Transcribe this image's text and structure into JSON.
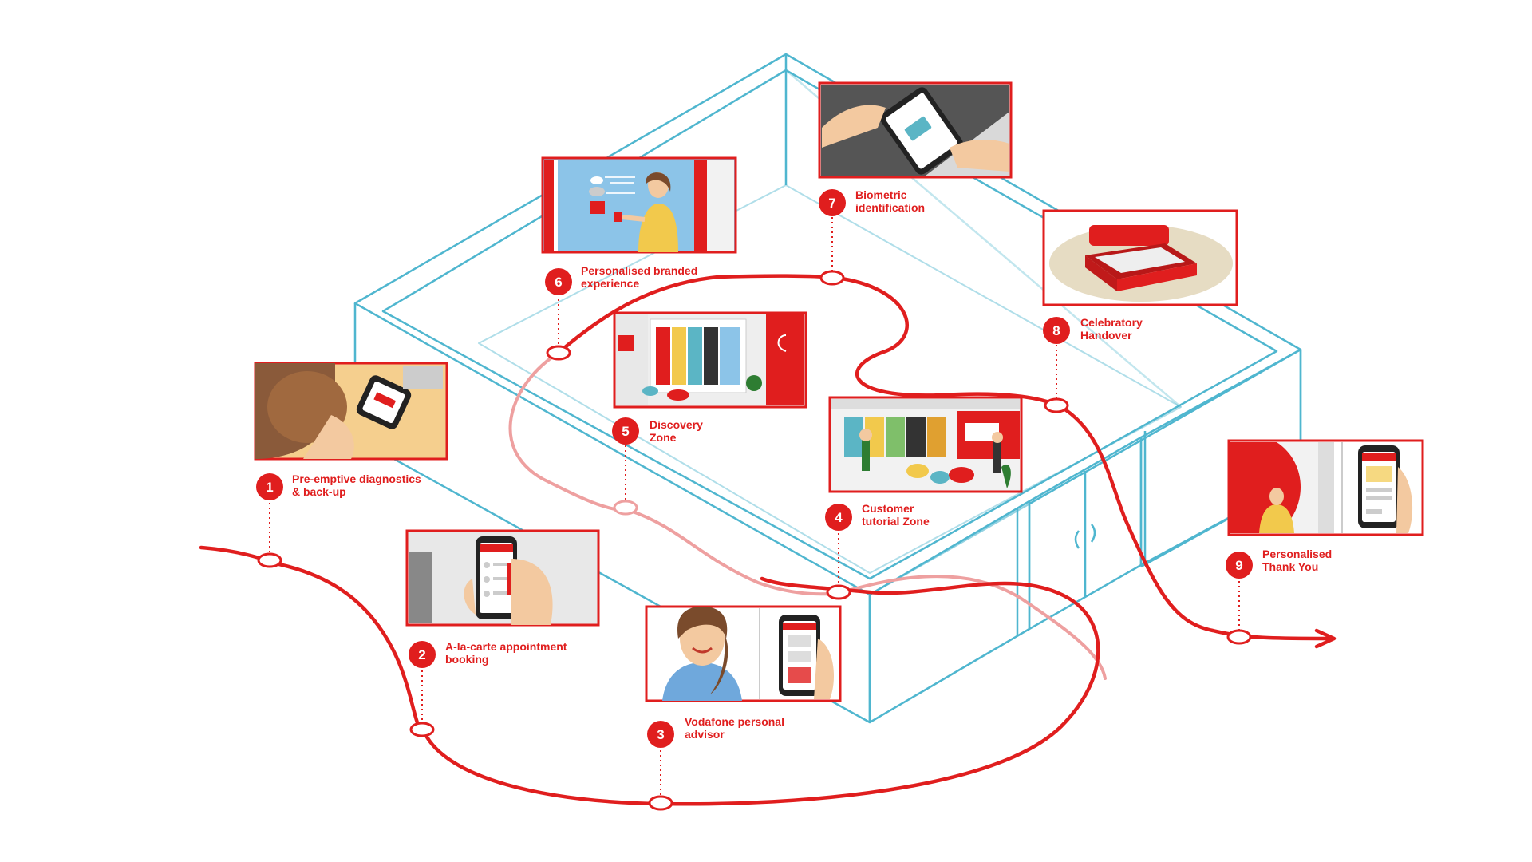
{
  "colors": {
    "accent": "#e01e1e",
    "accent_light": "#eea0a0",
    "building": "#4fb6cf",
    "skin": "#f3c9a0",
    "wall_blue": "#8cc4e8"
  },
  "steps": [
    {
      "id": "1",
      "number": "1",
      "line1": "Pre-emptive diagnostics",
      "line2": "& back-up"
    },
    {
      "id": "2",
      "number": "2",
      "line1": "A-la-carte appointment",
      "line2": "booking"
    },
    {
      "id": "3",
      "number": "3",
      "line1": "Vodafone personal",
      "line2": "advisor"
    },
    {
      "id": "4",
      "number": "4",
      "line1": "Customer",
      "line2": "tutorial Zone"
    },
    {
      "id": "5",
      "number": "5",
      "line1": "Discovery",
      "line2": "Zone"
    },
    {
      "id": "6",
      "number": "6",
      "line1": "Personalised branded",
      "line2": "experience"
    },
    {
      "id": "7",
      "number": "7",
      "line1": "Biometric",
      "line2": "identification"
    },
    {
      "id": "8",
      "number": "8",
      "line1": "Celebratory",
      "line2": "Handover"
    },
    {
      "id": "9",
      "number": "9",
      "line1": "Personalised",
      "line2": "Thank You"
    }
  ]
}
